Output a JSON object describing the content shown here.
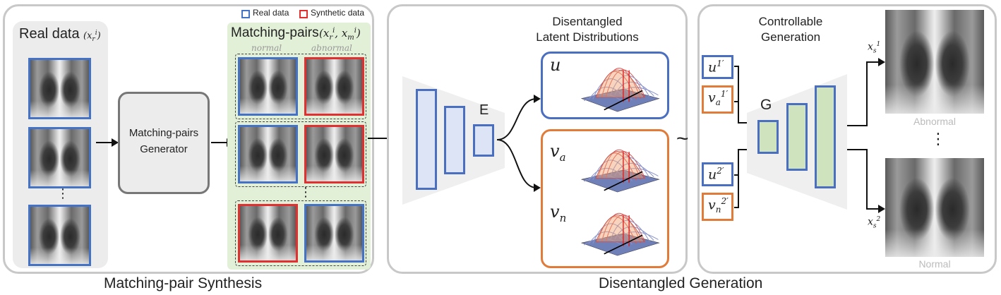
{
  "synthesis": {
    "real_data_label": "Real data",
    "real_data_symbol": "(x_r^i)",
    "legend_real": "Real data",
    "legend_synthetic": "Synthetic data",
    "matching_pairs_label": "Matching-pairs",
    "matching_pairs_symbol": "(x_r^i, x_m^i)",
    "normal_label": "normal",
    "abnormal_label": "abnormal",
    "generator_label_line1": "Matching-pairs",
    "generator_label_line2": "Generator",
    "ellipsis": "⋮",
    "section_caption": "Matching-pair Synthesis"
  },
  "disentangled": {
    "title_line1": "Disentangled",
    "title_line2": "Latent Distributions",
    "encoder_label": "E",
    "u": "u",
    "va": "v_a",
    "vn": "v_n",
    "tilde": "~"
  },
  "controllable": {
    "title_line1": "Controllable",
    "title_line2": "Generation",
    "decoder_label": "G",
    "u1": "u^1′",
    "va1": "v_a^1′",
    "u2": "u^2′",
    "vn2": "v_n^2′",
    "xs1": "x_s^1",
    "xs2": "x_s^2",
    "abnormal_caption": "Abnormal",
    "normal_caption": "Normal",
    "ellipsis": "⋮",
    "section_caption": "Disentangled Generation"
  },
  "colors": {
    "real_border": "#4472c4",
    "synthetic_border": "#e03030",
    "latent_u_border": "#4a6fc0",
    "latent_v_border": "#e07b39",
    "encoder_fill": "#dde4f5",
    "decoder_fill": "#cfe3bf",
    "panel_border": "#c8c8c8",
    "pair_bg": "#e3f0d8"
  },
  "icons": [
    "gaussian-surface-plot",
    "chest-xray-image",
    "arrow-icon"
  ]
}
